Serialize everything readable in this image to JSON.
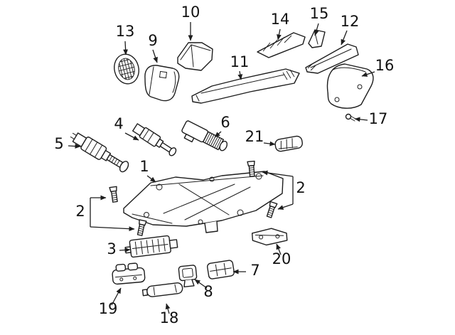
{
  "diagram": {
    "type": "exploded-parts-diagram",
    "background_color": "#ffffff",
    "line_color": "#1d1d1d",
    "label_color": "#111111",
    "callouts": [
      {
        "id": "1",
        "label": "1"
      },
      {
        "id": "2-right",
        "label": "2"
      },
      {
        "id": "2-left",
        "label": "2"
      },
      {
        "id": "3",
        "label": "3"
      },
      {
        "id": "4",
        "label": "4"
      },
      {
        "id": "5",
        "label": "5"
      },
      {
        "id": "6",
        "label": "6"
      },
      {
        "id": "7",
        "label": "7"
      },
      {
        "id": "8",
        "label": "8"
      },
      {
        "id": "9",
        "label": "9"
      },
      {
        "id": "10",
        "label": "10"
      },
      {
        "id": "11",
        "label": "11"
      },
      {
        "id": "12",
        "label": "12"
      },
      {
        "id": "13",
        "label": "13"
      },
      {
        "id": "14",
        "label": "14"
      },
      {
        "id": "15",
        "label": "15"
      },
      {
        "id": "16",
        "label": "16"
      },
      {
        "id": "17",
        "label": "17"
      },
      {
        "id": "18",
        "label": "18"
      },
      {
        "id": "19",
        "label": "19"
      },
      {
        "id": "20",
        "label": "20"
      },
      {
        "id": "21",
        "label": "21"
      }
    ]
  }
}
